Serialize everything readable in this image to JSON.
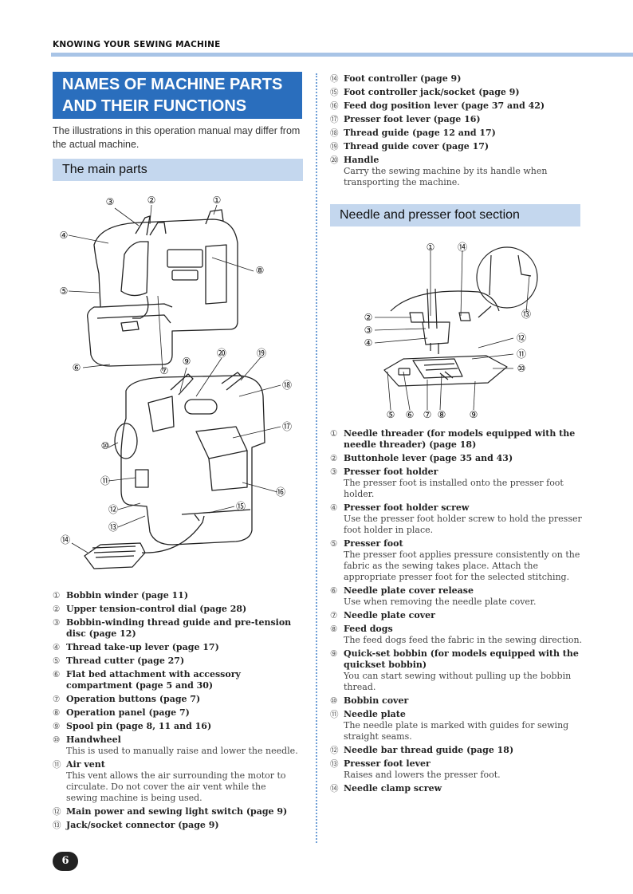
{
  "header": {
    "label": "KNOWING YOUR SEWING MACHINE"
  },
  "title": {
    "line1": "NAMES OF MACHINE PARTS",
    "line2": "AND THEIR FUNCTIONS"
  },
  "intro": "The illustrations in this operation manual may differ from the actual machine.",
  "sections": {
    "main_parts": "The main parts",
    "needle_section": "Needle and presser foot section"
  },
  "page_number": "6",
  "diagram_callouts": {
    "c1": "①",
    "c2": "②",
    "c3": "③",
    "c4": "④",
    "c5": "⑤",
    "c6": "⑥",
    "c7": "⑦",
    "c8": "⑧",
    "c9": "⑨",
    "c10": "⑩",
    "c11": "⑪",
    "c12": "⑫",
    "c13": "⑬",
    "c14": "⑭",
    "c15": "⑮",
    "c16": "⑯",
    "c17": "⑰",
    "c18": "⑱",
    "c19": "⑲",
    "c20": "⑳"
  },
  "main_parts_list": [
    {
      "num": "①",
      "name": "Bobbin winder (page 11)",
      "desc": ""
    },
    {
      "num": "②",
      "name": "Upper tension-control dial (page 28)",
      "desc": ""
    },
    {
      "num": "③",
      "name": "Bobbin-winding thread guide and pre-tension disc (page 12)",
      "desc": ""
    },
    {
      "num": "④",
      "name": "Thread take-up lever (page 17)",
      "desc": ""
    },
    {
      "num": "⑤",
      "name": "Thread cutter (page 27)",
      "desc": ""
    },
    {
      "num": "⑥",
      "name": "Flat bed attachment with accessory compartment (page 5 and 30)",
      "desc": ""
    },
    {
      "num": "⑦",
      "name": "Operation buttons (page 7)",
      "desc": ""
    },
    {
      "num": "⑧",
      "name": "Operation panel (page 7)",
      "desc": ""
    },
    {
      "num": "⑨",
      "name": "Spool pin (page 8, 11 and 16)",
      "desc": ""
    },
    {
      "num": "⑩",
      "name": "Handwheel",
      "desc": "This is used to manually raise and lower the needle."
    },
    {
      "num": "⑪",
      "name": "Air vent",
      "desc": "This vent allows the air surrounding the motor to circulate. Do not cover the air vent while the sewing machine is being used."
    },
    {
      "num": "⑫",
      "name": "Main power and sewing light switch (page 9)",
      "desc": ""
    },
    {
      "num": "⑬",
      "name": "Jack/socket connector (page 9)",
      "desc": ""
    }
  ],
  "main_parts_list_cont": [
    {
      "num": "⑭",
      "name": "Foot controller (page 9)",
      "desc": ""
    },
    {
      "num": "⑮",
      "name": "Foot controller jack/socket (page 9)",
      "desc": ""
    },
    {
      "num": "⑯",
      "name": "Feed dog position lever (page 37 and 42)",
      "desc": ""
    },
    {
      "num": "⑰",
      "name": "Presser foot lever (page 16)",
      "desc": ""
    },
    {
      "num": "⑱",
      "name": "Thread guide (page 12 and 17)",
      "desc": ""
    },
    {
      "num": "⑲",
      "name": "Thread guide cover (page 17)",
      "desc": ""
    },
    {
      "num": "⑳",
      "name": "Handle",
      "desc": "Carry the sewing machine by its handle when transporting the machine."
    }
  ],
  "needle_parts_list": [
    {
      "num": "①",
      "name": "Needle threader (for models equipped with the needle threader) (page 18)",
      "desc": ""
    },
    {
      "num": "②",
      "name": "Buttonhole lever (page 35 and 43)",
      "desc": ""
    },
    {
      "num": "③",
      "name": "Presser foot holder",
      "desc": "The presser foot is installed onto the presser foot holder."
    },
    {
      "num": "④",
      "name": "Presser foot holder screw",
      "desc": "Use the presser foot holder screw to hold the presser foot holder in place."
    },
    {
      "num": "⑤",
      "name": "Presser foot",
      "desc": "The presser foot applies pressure consistently on the fabric as the sewing takes place. Attach the appropriate presser foot for the selected stitching."
    },
    {
      "num": "⑥",
      "name": "Needle plate cover release",
      "desc": "Use when removing the needle plate cover."
    },
    {
      "num": "⑦",
      "name": "Needle plate cover",
      "desc": ""
    },
    {
      "num": "⑧",
      "name": "Feed dogs",
      "desc": "The feed dogs feed the fabric in the sewing direction."
    },
    {
      "num": "⑨",
      "name": "Quick-set bobbin (for models equipped with the quickset bobbin)",
      "desc": "You can start sewing without pulling up the bobbin thread."
    },
    {
      "num": "⑩",
      "name": "Bobbin cover",
      "desc": ""
    },
    {
      "num": "⑪",
      "name": "Needle plate",
      "desc": "The needle plate is marked with guides for sewing straight seams."
    },
    {
      "num": "⑫",
      "name": "Needle bar thread guide (page 18)",
      "desc": ""
    },
    {
      "num": "⑬",
      "name": "Presser foot lever",
      "desc": "Raises and lowers the presser foot."
    },
    {
      "num": "⑭",
      "name": "Needle clamp screw",
      "desc": ""
    }
  ]
}
